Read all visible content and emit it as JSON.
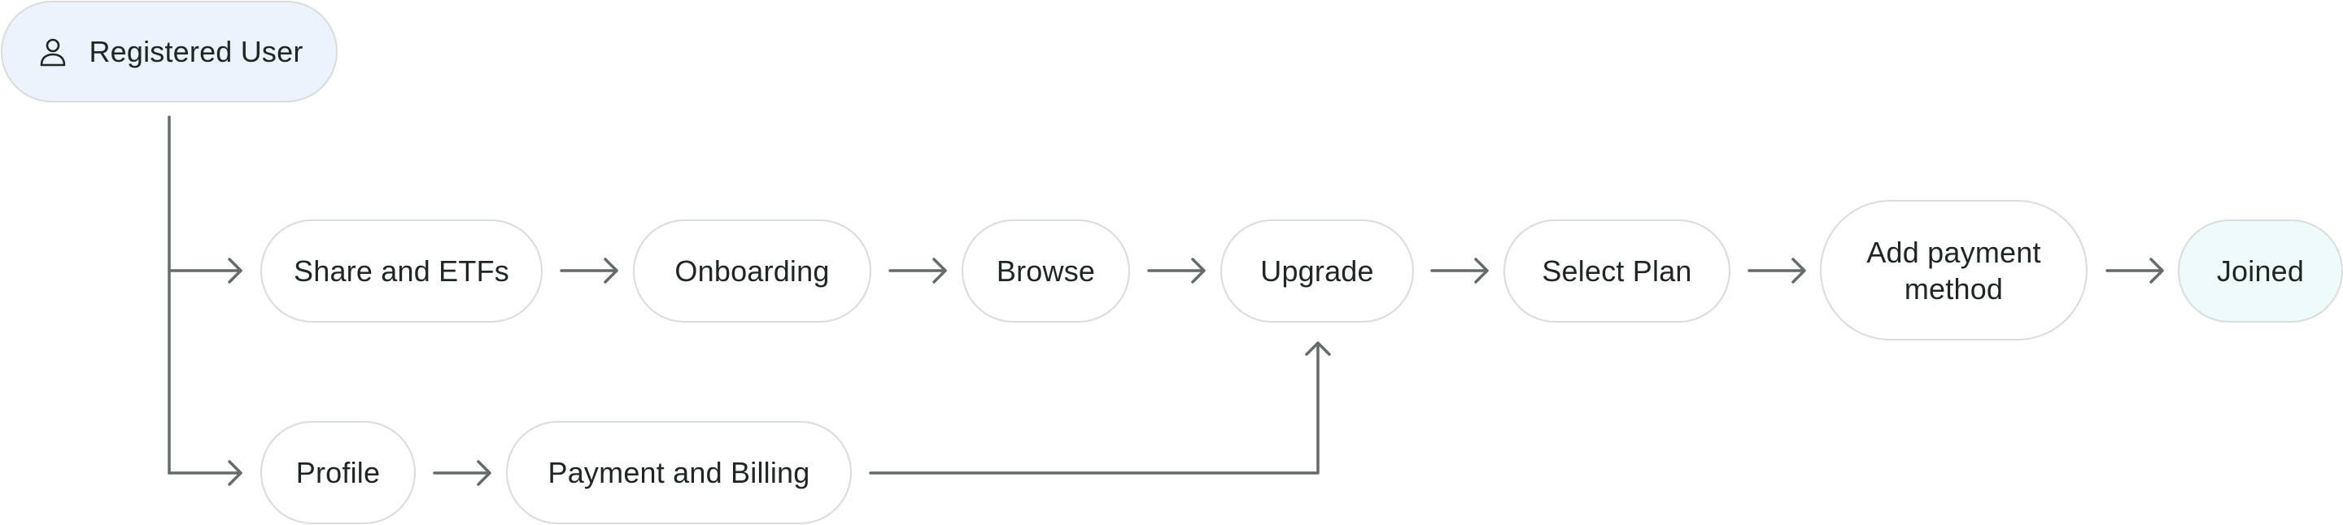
{
  "colors": {
    "line": "#646b6a",
    "node_border": "#d9dcdc",
    "start_fill": "#ecf3fd",
    "end_fill": "#effbfa",
    "text": "#1f2624"
  },
  "nodes": {
    "registered_user": {
      "label": "Registered User",
      "icon": "user-icon"
    },
    "share_etfs": {
      "label": "Share and ETFs"
    },
    "onboarding": {
      "label": "Onboarding"
    },
    "browse": {
      "label": "Browse"
    },
    "upgrade": {
      "label": "Upgrade"
    },
    "select_plan": {
      "label": "Select Plan"
    },
    "add_payment": {
      "label": "Add payment method"
    },
    "joined": {
      "label": "Joined"
    },
    "profile": {
      "label": "Profile"
    },
    "payment_billing": {
      "label": "Payment and Billing"
    }
  }
}
